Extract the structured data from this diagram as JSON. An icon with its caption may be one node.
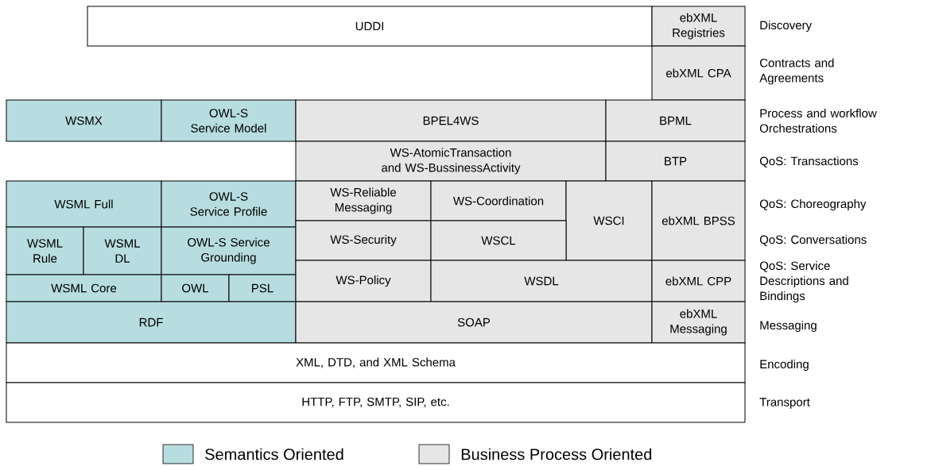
{
  "diagram": {
    "nodes": [
      {
        "text": [
          "UDDI"
        ]
      },
      {
        "text": [
          "ebXML Registries"
        ]
      },
      {
        "text": [
          "ebXML CPA"
        ]
      },
      {
        "text": [
          "WSMX"
        ]
      },
      {
        "text": [
          "OWL-S Service Model"
        ]
      },
      {
        "text": [
          "BPEL4WS"
        ]
      },
      {
        "text": [
          "BPML"
        ]
      },
      {
        "text": [
          "WS-AtomicTransaction and WS-BussinessActivity"
        ]
      },
      {
        "text": [
          "BTP"
        ]
      },
      {
        "text": [
          "WSML Full"
        ]
      },
      {
        "text": [
          "OWL-S Service Profile"
        ]
      },
      {
        "text": [
          "WS-Reliable Messaging"
        ]
      },
      {
        "text": [
          "WS-Coordination"
        ]
      },
      {
        "text": [
          "WSCI"
        ]
      },
      {
        "text": [
          "ebXML BPSS"
        ]
      },
      {
        "text": [
          "WSML Rule"
        ]
      },
      {
        "text": [
          "WSML DL"
        ]
      },
      {
        "text": [
          "OWL-S Service Grounding"
        ]
      },
      {
        "text": [
          "WS-Security"
        ]
      },
      {
        "text": [
          "WSCL"
        ]
      },
      {
        "text": [
          "WSML Core"
        ]
      },
      {
        "text": [
          "OWL"
        ]
      },
      {
        "text": [
          "PSL"
        ]
      },
      {
        "text": [
          "WS-Policy"
        ]
      },
      {
        "text": [
          "WSDL"
        ]
      },
      {
        "text": [
          "ebXML CPP"
        ]
      },
      {
        "text": [
          "RDF"
        ]
      },
      {
        "text": [
          "SOAP"
        ]
      },
      {
        "text": [
          "ebXML Messaging"
        ]
      },
      {
        "text": [
          "XML, DTD, and XML Schema"
        ]
      },
      {
        "text": [
          "HTTP, FTP, SMTP, SIP, etc."
        ]
      }
    ],
    "labels": [
      "Discovery",
      "Contracts and Agreements",
      "Process and workflow Orchestrations",
      "QoS: Transactions",
      "QoS: Choreography",
      "QoS: Conversations",
      "QoS: Service Descriptions and Bindings",
      "Messaging",
      "Encoding",
      "Transport"
    ],
    "legend": [
      {
        "text": "Semantics Oriented",
        "color": "#b7dde0"
      },
      {
        "text": "Business Process Oriented",
        "color": "#e6e6e6"
      }
    ]
  }
}
